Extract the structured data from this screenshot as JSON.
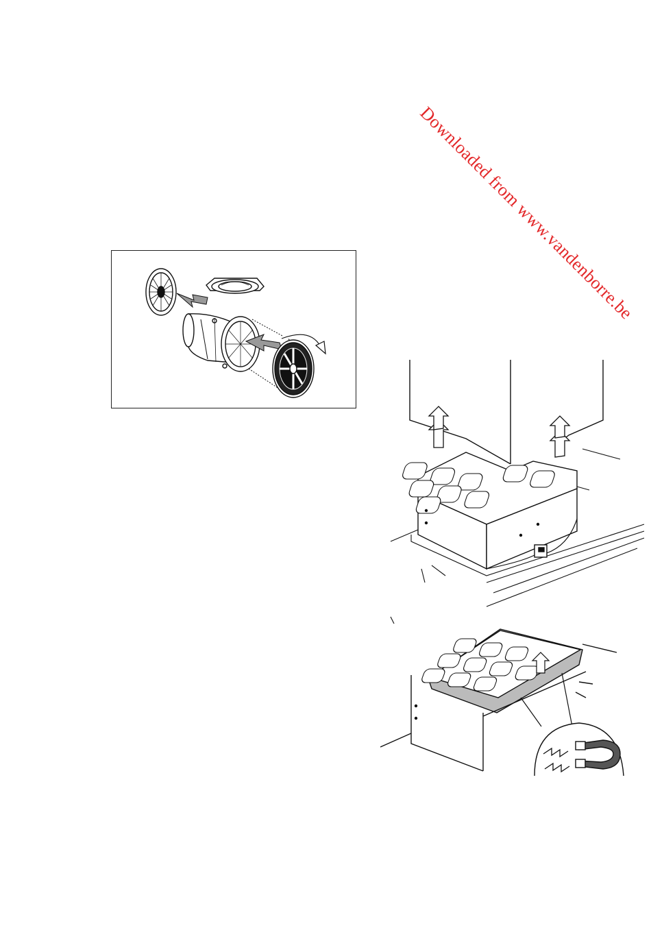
{
  "watermark": {
    "text": "Downloaded from www.vandenborre.be",
    "color": "#e3282a"
  },
  "figures": [
    {
      "name": "fan-filter-fitting",
      "icon": "fan-motor-with-carbon-filters-illustration"
    },
    {
      "name": "grease-filter-access",
      "icon": "hood-chimney-lift-illustration"
    },
    {
      "name": "grease-filter-removal",
      "icon": "grease-filter-magnet-illustration"
    }
  ]
}
